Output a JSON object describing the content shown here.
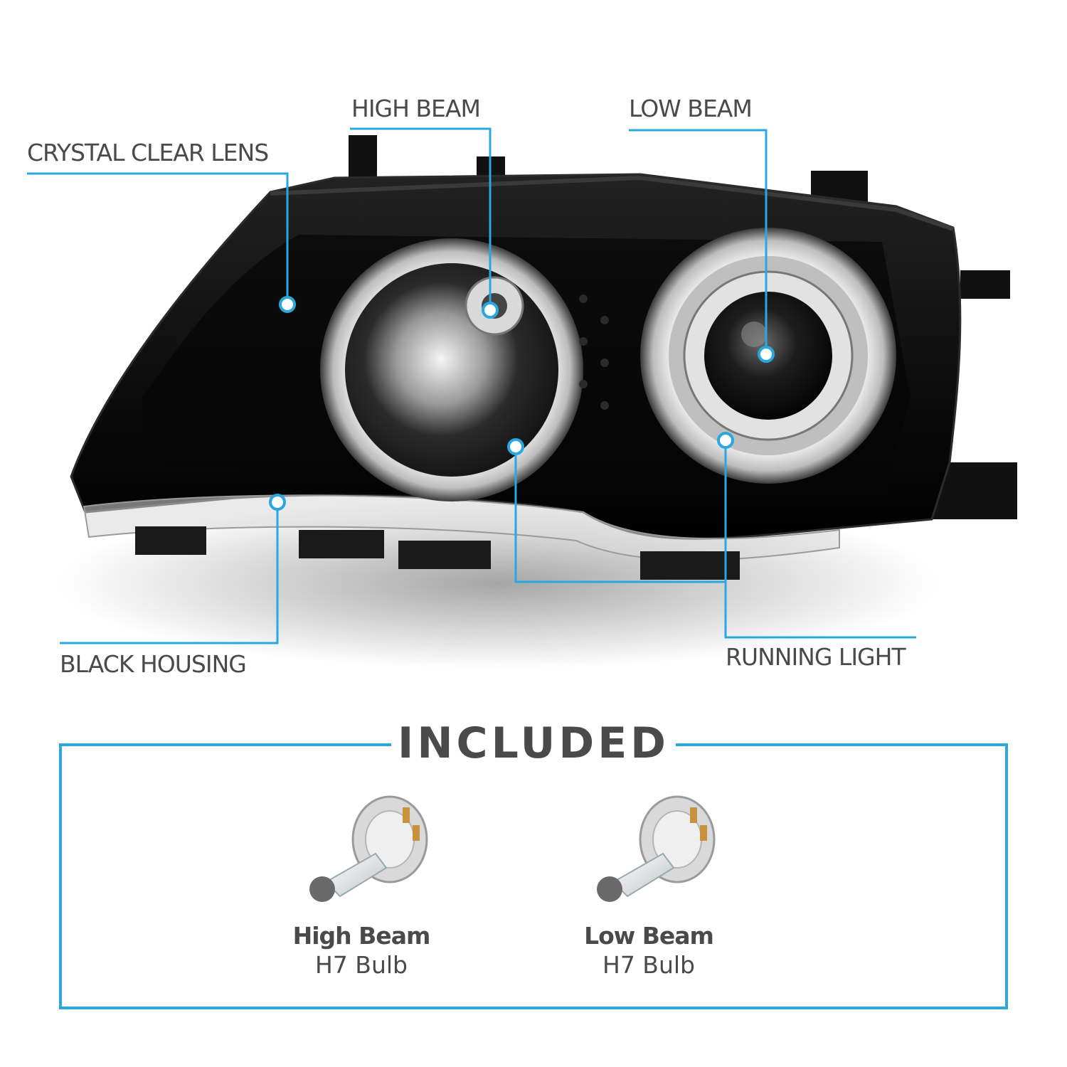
{
  "callouts": {
    "crystal_clear_lens": "CRYSTAL CLEAR LENS",
    "high_beam": "HIGH BEAM",
    "low_beam": "LOW BEAM",
    "black_housing": "BLACK HOUSING",
    "running_light": "RUNNING LIGHT"
  },
  "included": {
    "title": "INCLUDED",
    "bulbs": [
      {
        "name": "High Beam",
        "type": "H7 Bulb"
      },
      {
        "name": "Low Beam",
        "type": "H7 Bulb"
      }
    ]
  },
  "colors": {
    "accent": "#29a8e0",
    "text": "#4a4a4a",
    "housing": "#0b0b0d"
  }
}
